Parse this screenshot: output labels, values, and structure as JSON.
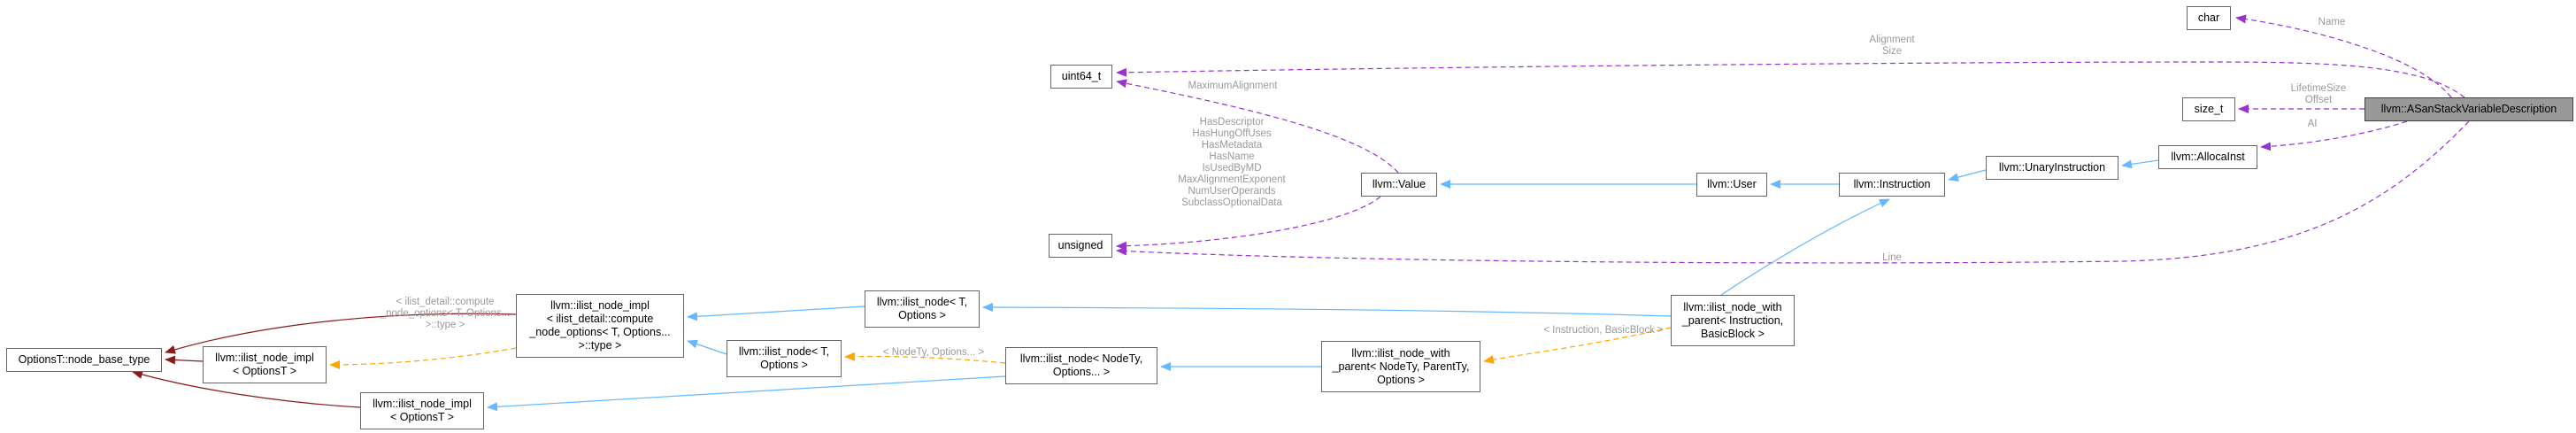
{
  "colors": {
    "inheritance": "#63b8ff",
    "usage": "#9a32cd",
    "template": "#ffa500",
    "base": "#8b1a1a",
    "label": "#9a9a9a",
    "node_border": "#666666",
    "root_fill": "#999999"
  },
  "nodes": {
    "char": [
      "char"
    ],
    "size_t": [
      "size_t"
    ],
    "uint64_t": [
      "uint64_t"
    ],
    "unsigned": [
      "unsigned"
    ],
    "asan": [
      "llvm::ASanStackVariableDescription"
    ],
    "allocainst": [
      "llvm::AllocaInst"
    ],
    "unaryinstruction": [
      "llvm::UnaryInstruction"
    ],
    "instruction": [
      "llvm::Instruction"
    ],
    "user": [
      "llvm::User"
    ],
    "value": [
      "llvm::Value"
    ],
    "node_with_parent_inst": [
      "llvm::ilist_node_with",
      "_parent< Instruction,",
      "BasicBlock >"
    ],
    "node_with_parent_generic": [
      "llvm::ilist_node_with",
      "_parent< NodeTy, ParentTy,",
      "Options >"
    ],
    "ilist_node_t_opts_top": [
      "llvm::ilist_node< T,",
      "Options >"
    ],
    "ilist_node_t_opts_mid": [
      "llvm::ilist_node< T,",
      "Options >"
    ],
    "ilist_node_nodety": [
      "llvm::ilist_node< NodeTy,",
      "Options... >"
    ],
    "ilist_node_impl_compute": [
      "llvm::ilist_node_impl",
      "< ilist_detail::compute",
      "_node_options< T, Options...",
      ">::type >"
    ],
    "ilist_node_impl_opts_a": [
      "llvm::ilist_node_impl",
      "< OptionsT >"
    ],
    "ilist_node_impl_opts_b": [
      "llvm::ilist_node_impl",
      "< OptionsT >"
    ],
    "node_base_type": [
      "OptionsT::node_base_type"
    ]
  },
  "edge_labels": {
    "name": [
      "Name"
    ],
    "alignment_size": [
      "Alignment",
      "Size"
    ],
    "lifetime_offset": [
      "LifetimeSize",
      "Offset"
    ],
    "ai": [
      "AI"
    ],
    "maximum_alignment": [
      "MaximumAlignment"
    ],
    "value_fields": [
      "HasDescriptor",
      "HasHungOffUses",
      "HasMetadata",
      "HasName",
      "IsUsedByMD",
      "MaxAlignmentExponent",
      "NumUserOperands",
      "SubclassOptionalData"
    ],
    "line": [
      "Line"
    ],
    "instruction_basicblock": [
      "< Instruction, BasicBlock >"
    ],
    "nodety_options": [
      "< NodeTy, Options... >"
    ],
    "compute_options": [
      "< ilist_detail::compute",
      "_node_options< T, Options...",
      ">::type >"
    ]
  }
}
